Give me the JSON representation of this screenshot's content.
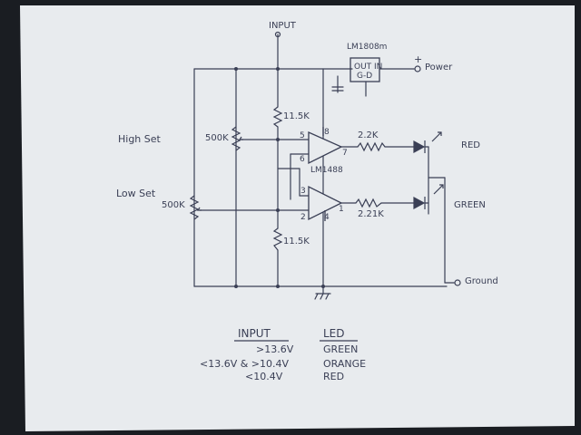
{
  "labels": {
    "input": "INPUT",
    "regulator_part": "LM1808m",
    "regulator_pins": "OUT IN",
    "regulator_gnd": "G-D",
    "power_plus": "+",
    "power": "Power",
    "high_set": "High Set",
    "low_set": "Low Set",
    "pot_high": "500K",
    "pot_low": "500K",
    "resistor_top": "11.5K",
    "resistor_bottom": "11.5K",
    "opamp": "LM1488",
    "pin_5": "5",
    "pin_8": "8",
    "pin_6": "6",
    "pin_7": "7",
    "pin_3": "3",
    "pin_2": "2",
    "pin_1": "1",
    "pin_4": "4",
    "r_red": "2.2K",
    "r_green": "2.21K",
    "led_red": "RED",
    "led_green": "GREEN",
    "ground": "Ground"
  },
  "table": {
    "col_input": "INPUT",
    "col_led": "LED",
    "rows": [
      {
        "input": ">13.6V",
        "led": "GREEN"
      },
      {
        "input": "<13.6V & >10.4V",
        "led": "ORANGE"
      },
      {
        "input": "<10.4V",
        "led": "RED"
      }
    ]
  },
  "colors": {
    "paper": "#e9ecef",
    "ink": "#3a3f55",
    "background": "#1a1d22"
  }
}
